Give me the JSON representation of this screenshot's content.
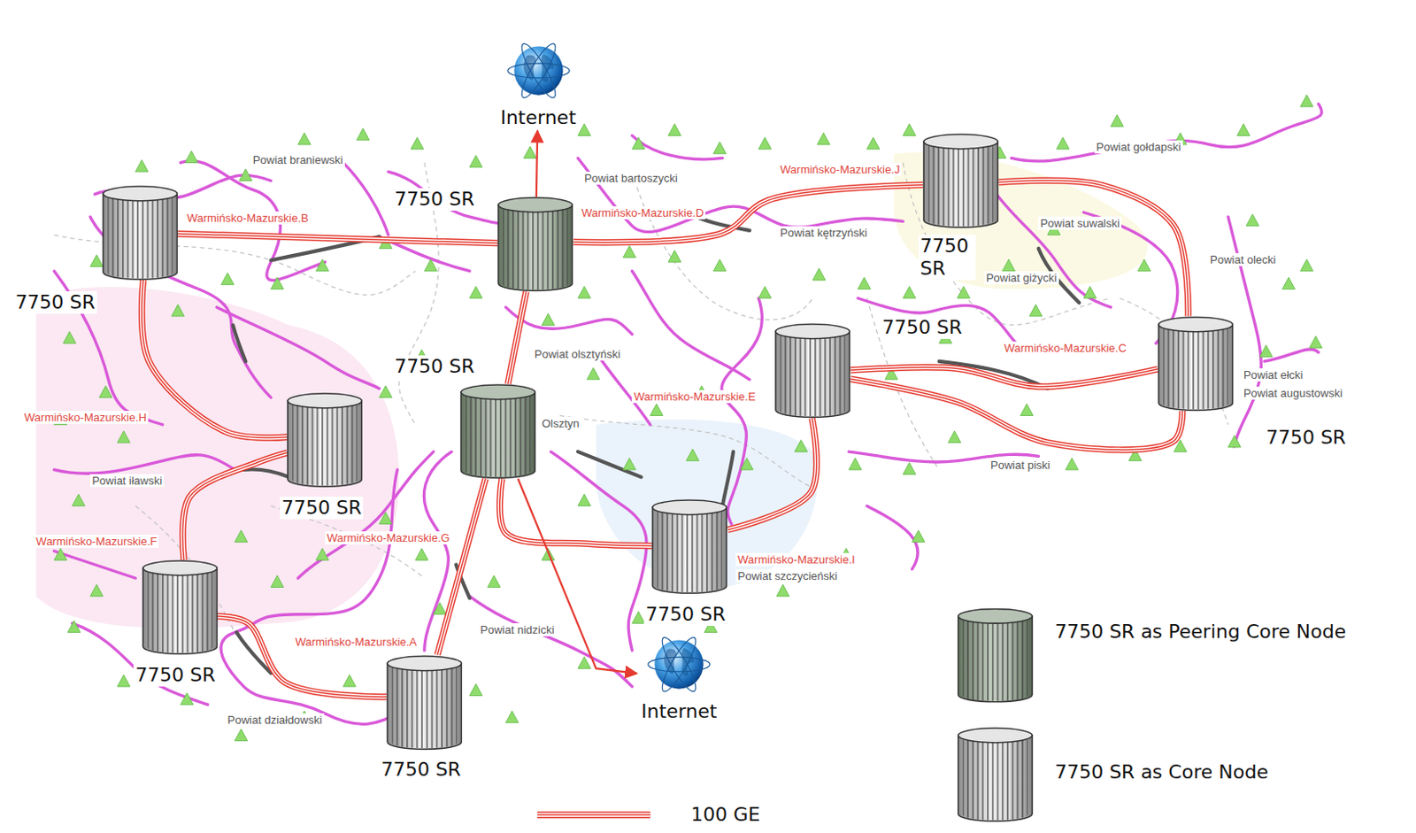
{
  "diagram": {
    "nodes": [
      {
        "text": [
          "Internet"
        ]
      },
      {
        "text": [
          "7750 SR"
        ]
      },
      {
        "text": [
          "7750 SR"
        ]
      },
      {
        "text": [
          "7750 SR"
        ]
      },
      {
        "text": [
          "7750 SR"
        ]
      },
      {
        "text": [
          "7750 SR"
        ]
      },
      {
        "text": [
          "7750 SR"
        ]
      },
      {
        "text": [
          "7750 SR"
        ]
      },
      {
        "text": [
          "7750 SR"
        ]
      },
      {
        "text": [
          "7750 SR"
        ]
      },
      {
        "text": [
          "7750 SR"
        ]
      },
      {
        "text": [
          "Internet"
        ]
      }
    ],
    "edges": [
      {
        "from": 1,
        "to": 2,
        "arrow": "none"
      },
      {
        "from": 2,
        "to": 3,
        "arrow": "none"
      },
      {
        "from": 3,
        "to": 5,
        "arrow": "none"
      },
      {
        "from": 4,
        "to": 5,
        "arrow": "none"
      },
      {
        "from": 4,
        "to": 5,
        "arrow": "none"
      },
      {
        "from": 4,
        "to": 8,
        "arrow": "none"
      },
      {
        "from": 2,
        "to": 6,
        "arrow": "none"
      },
      {
        "from": 6,
        "to": 8,
        "arrow": "none"
      },
      {
        "from": 6,
        "to": 10,
        "arrow": "none"
      },
      {
        "from": 9,
        "to": 10,
        "arrow": "none"
      },
      {
        "from": 7,
        "to": 9,
        "arrow": "none"
      },
      {
        "from": 1,
        "to": 7,
        "arrow": "none"
      },
      {
        "from": 2,
        "to": 0,
        "arrow": "to"
      },
      {
        "from": 6,
        "to": 11,
        "arrow": "to"
      }
    ],
    "labels": [
      "Powiat braniewski",
      "Powiat bartoszycki",
      "Warmińsko-Mazurskie.B",
      "Warmińsko-Mazurskie.D",
      "Powiat kętrzyński",
      "Warmińsko-Mazurskie.J",
      "Powiat gołdapski",
      "Powiat suwalski",
      "Powiat olecki",
      "Powiat giżycki",
      "Warmińsko-Mazurskie.C",
      "Powiat ełcki",
      "Powiat augustowski",
      "Powiat piski",
      "Warmińsko-Mazurskie.E",
      "Powiat olsztyński",
      "Olsztyn",
      "Warmińsko-Mazurskie.G",
      "Warmińsko-Mazurskie.H",
      "Powiat iławski",
      "Warmińsko-Mazurskie.F",
      "Warmińsko-Mazurskie.I",
      "Powiat szczycieński",
      "Powiat nidzicki",
      "Warmińsko-Mazurskie.A",
      "Powiat działdowski"
    ],
    "legend": [
      {
        "text": "7750 SR as Peering Core Node"
      },
      {
        "text": "7750 SR as Core Node"
      },
      {
        "text": "100 GE"
      }
    ]
  }
}
